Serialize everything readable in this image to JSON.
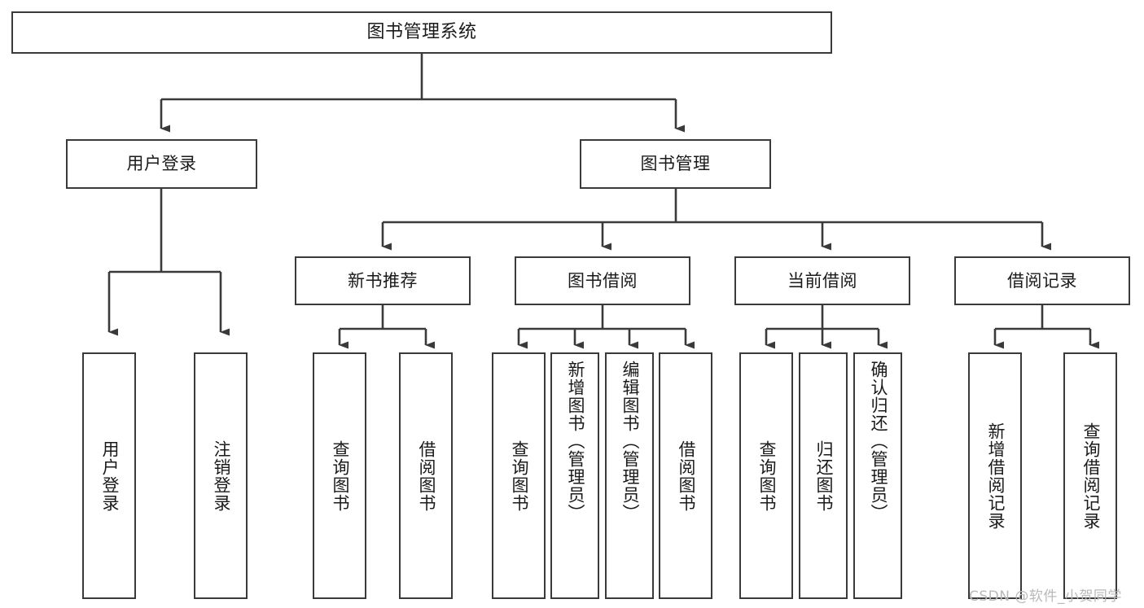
{
  "diagram": {
    "type": "tree",
    "title": "图书管理系统",
    "watermark": "CSDN @软件_小贺同学",
    "colors": {
      "box_border": "#3a3a3a",
      "box_fill": "#ffffff",
      "connector": "#3a3a3a",
      "text": "#1a1a1a",
      "watermark": "#b9b9b9",
      "background": "#ffffff"
    },
    "levels": {
      "root": {
        "label": "图书管理系统"
      },
      "level2": [
        {
          "label": "用户登录"
        },
        {
          "label": "图书管理"
        }
      ],
      "level3": [
        {
          "label": "新书推荐"
        },
        {
          "label": "图书借阅"
        },
        {
          "label": "当前借阅"
        },
        {
          "label": "借阅记录"
        }
      ],
      "leaves": {
        "user_login": [
          {
            "label": "用户登录"
          },
          {
            "label": "注销登录"
          }
        ],
        "new_book_recommend": [
          {
            "label": "查询图书"
          },
          {
            "label": "借阅图书"
          }
        ],
        "book_borrow": [
          {
            "label": "查询图书"
          },
          {
            "label": "新增图书（管理员）"
          },
          {
            "label": "编辑图书（管理员）"
          },
          {
            "label": "借阅图书"
          }
        ],
        "current_borrow": [
          {
            "label": "查询图书"
          },
          {
            "label": "归还图书"
          },
          {
            "label": "确认归还（管理员）"
          }
        ],
        "borrow_record": [
          {
            "label": "新增借阅记录"
          },
          {
            "label": "查询借阅记录"
          }
        ]
      }
    }
  }
}
